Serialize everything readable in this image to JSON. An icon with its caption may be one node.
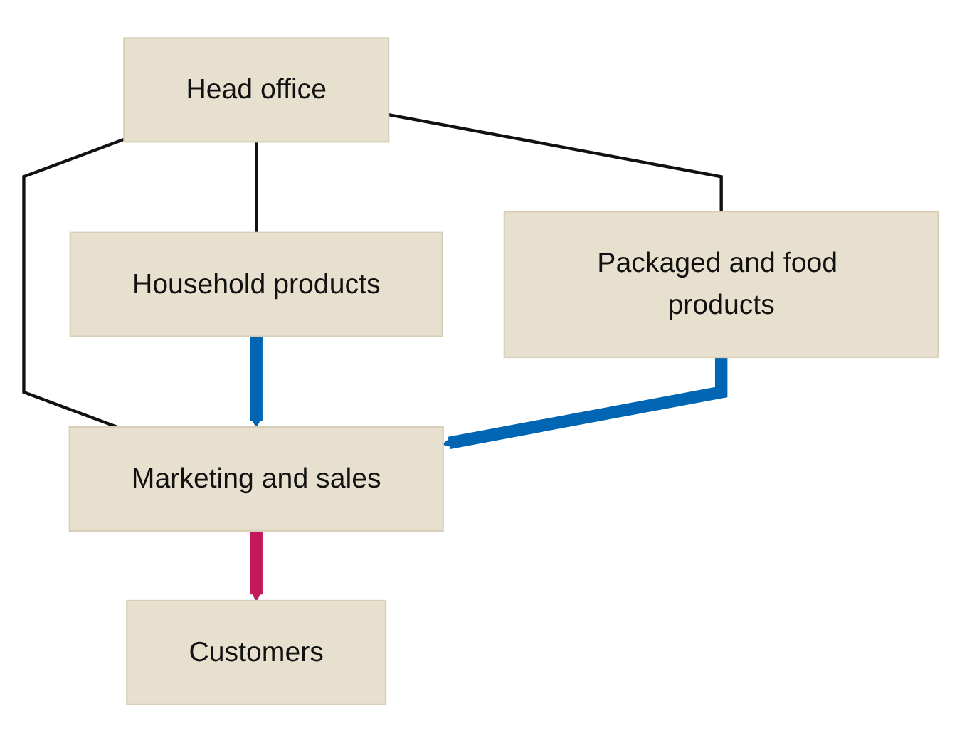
{
  "diagram": {
    "nodes": [
      {
        "text": [
          "Head office"
        ]
      },
      {
        "text": [
          "Household products"
        ]
      },
      {
        "text": [
          "Marketing and sales"
        ]
      },
      {
        "text": [
          "Packaged and food products"
        ]
      },
      {
        "text": [
          "Customers"
        ]
      }
    ],
    "edges": [
      {
        "from": 0,
        "to": 1,
        "arrow": "none"
      },
      {
        "from": 0,
        "to": 2,
        "arrow": "none"
      },
      {
        "from": 0,
        "to": 3,
        "arrow": "none"
      },
      {
        "from": 1,
        "to": 2,
        "arrow": "to",
        "style": "thick",
        "color": "#0066b3"
      },
      {
        "from": 3,
        "to": 2,
        "arrow": "to",
        "style": "thick",
        "color": "#0066b3"
      },
      {
        "from": 2,
        "to": 4,
        "arrow": "to",
        "style": "thick",
        "color": "#c4175c"
      }
    ]
  }
}
